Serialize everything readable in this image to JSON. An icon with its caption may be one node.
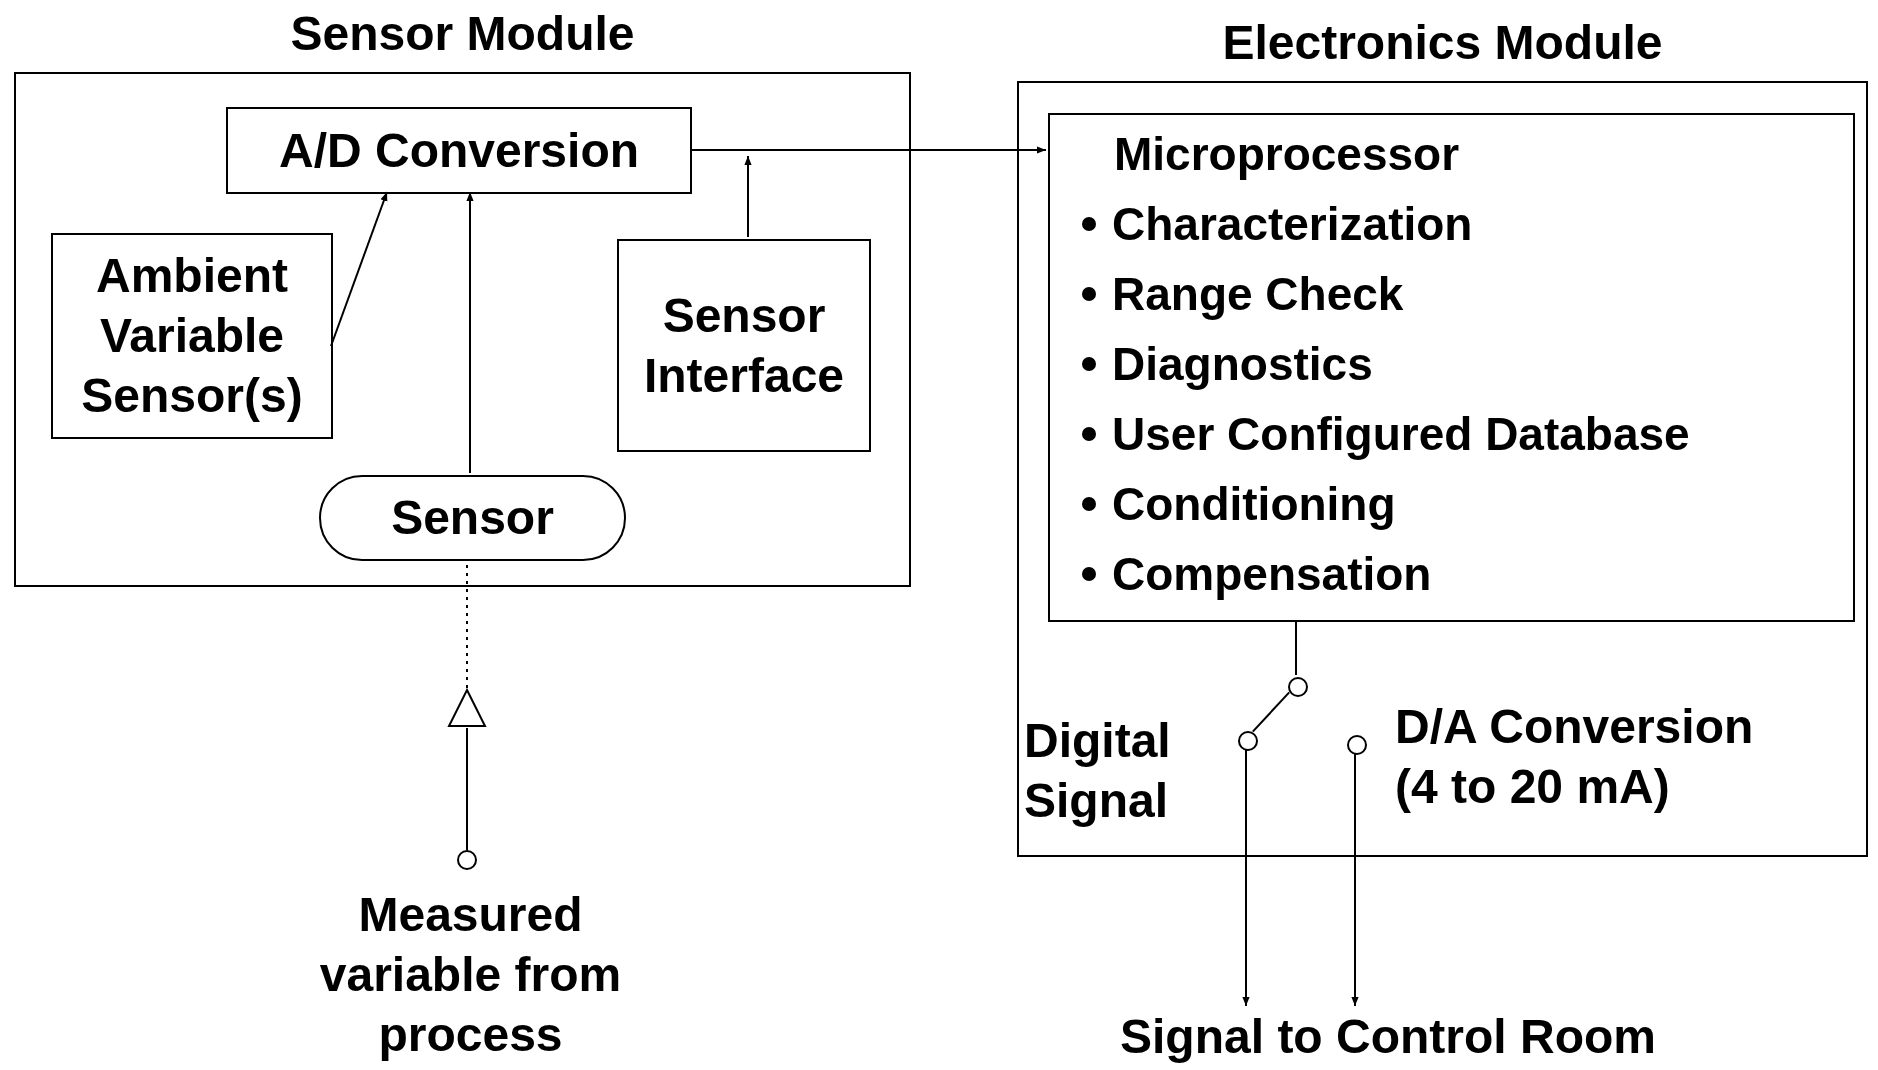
{
  "diagram": {
    "nodes": [
      {
        "text": [
          "Sensor Module"
        ]
      },
      {
        "text": [
          "A/D Conversion"
        ],
        "in": 0
      },
      {
        "text": [
          "Ambient Variable Sensor(s)"
        ],
        "in": 0
      },
      {
        "text": [
          "Sensor Interface"
        ],
        "in": 0
      },
      {
        "text": [
          "Sensor"
        ],
        "in": 0
      },
      {
        "text": [
          "Measured variable from process"
        ]
      },
      {
        "text": [
          "Electronics Module"
        ]
      },
      {
        "text": [
          "Microprocessor",
          "Characterization",
          "Range Check",
          "Diagnostics",
          "User Configured Database",
          "Conditioning",
          "Compensation"
        ],
        "in": 6
      },
      {
        "text": [
          "Digital Signal"
        ],
        "in": 6
      },
      {
        "text": [
          "D/A Conversion (4 to 20 mA)"
        ],
        "in": 6
      },
      {
        "text": [
          "Signal to Control Room"
        ]
      },
      {
        "text": [],
        "shape": "circle",
        "in": 6
      },
      {
        "text": [],
        "shape": "circle",
        "in": 6
      },
      {
        "text": [],
        "shape": "circle",
        "in": 6
      },
      {
        "text": [],
        "shape": "triangle"
      },
      {
        "text": [],
        "shape": "circle"
      }
    ],
    "edges": [
      {
        "from": 1,
        "to": 7,
        "arrow": "to"
      },
      {
        "from": 2,
        "to": 1,
        "arrow": "to"
      },
      {
        "from": 4,
        "to": 1,
        "arrow": "to"
      },
      {
        "from": 3,
        "to": null,
        "arrow": "to"
      },
      {
        "from": 15,
        "to": 14,
        "arrow": "none"
      },
      {
        "from": 14,
        "to": 4,
        "arrow": "none",
        "style": "dashed"
      },
      {
        "from": 7,
        "to": 11,
        "arrow": "none"
      },
      {
        "from": 11,
        "to": 12,
        "arrow": "none"
      },
      {
        "from": 12,
        "to": 10,
        "arrow": "to"
      },
      {
        "from": 13,
        "to": 10,
        "arrow": "to"
      }
    ]
  }
}
